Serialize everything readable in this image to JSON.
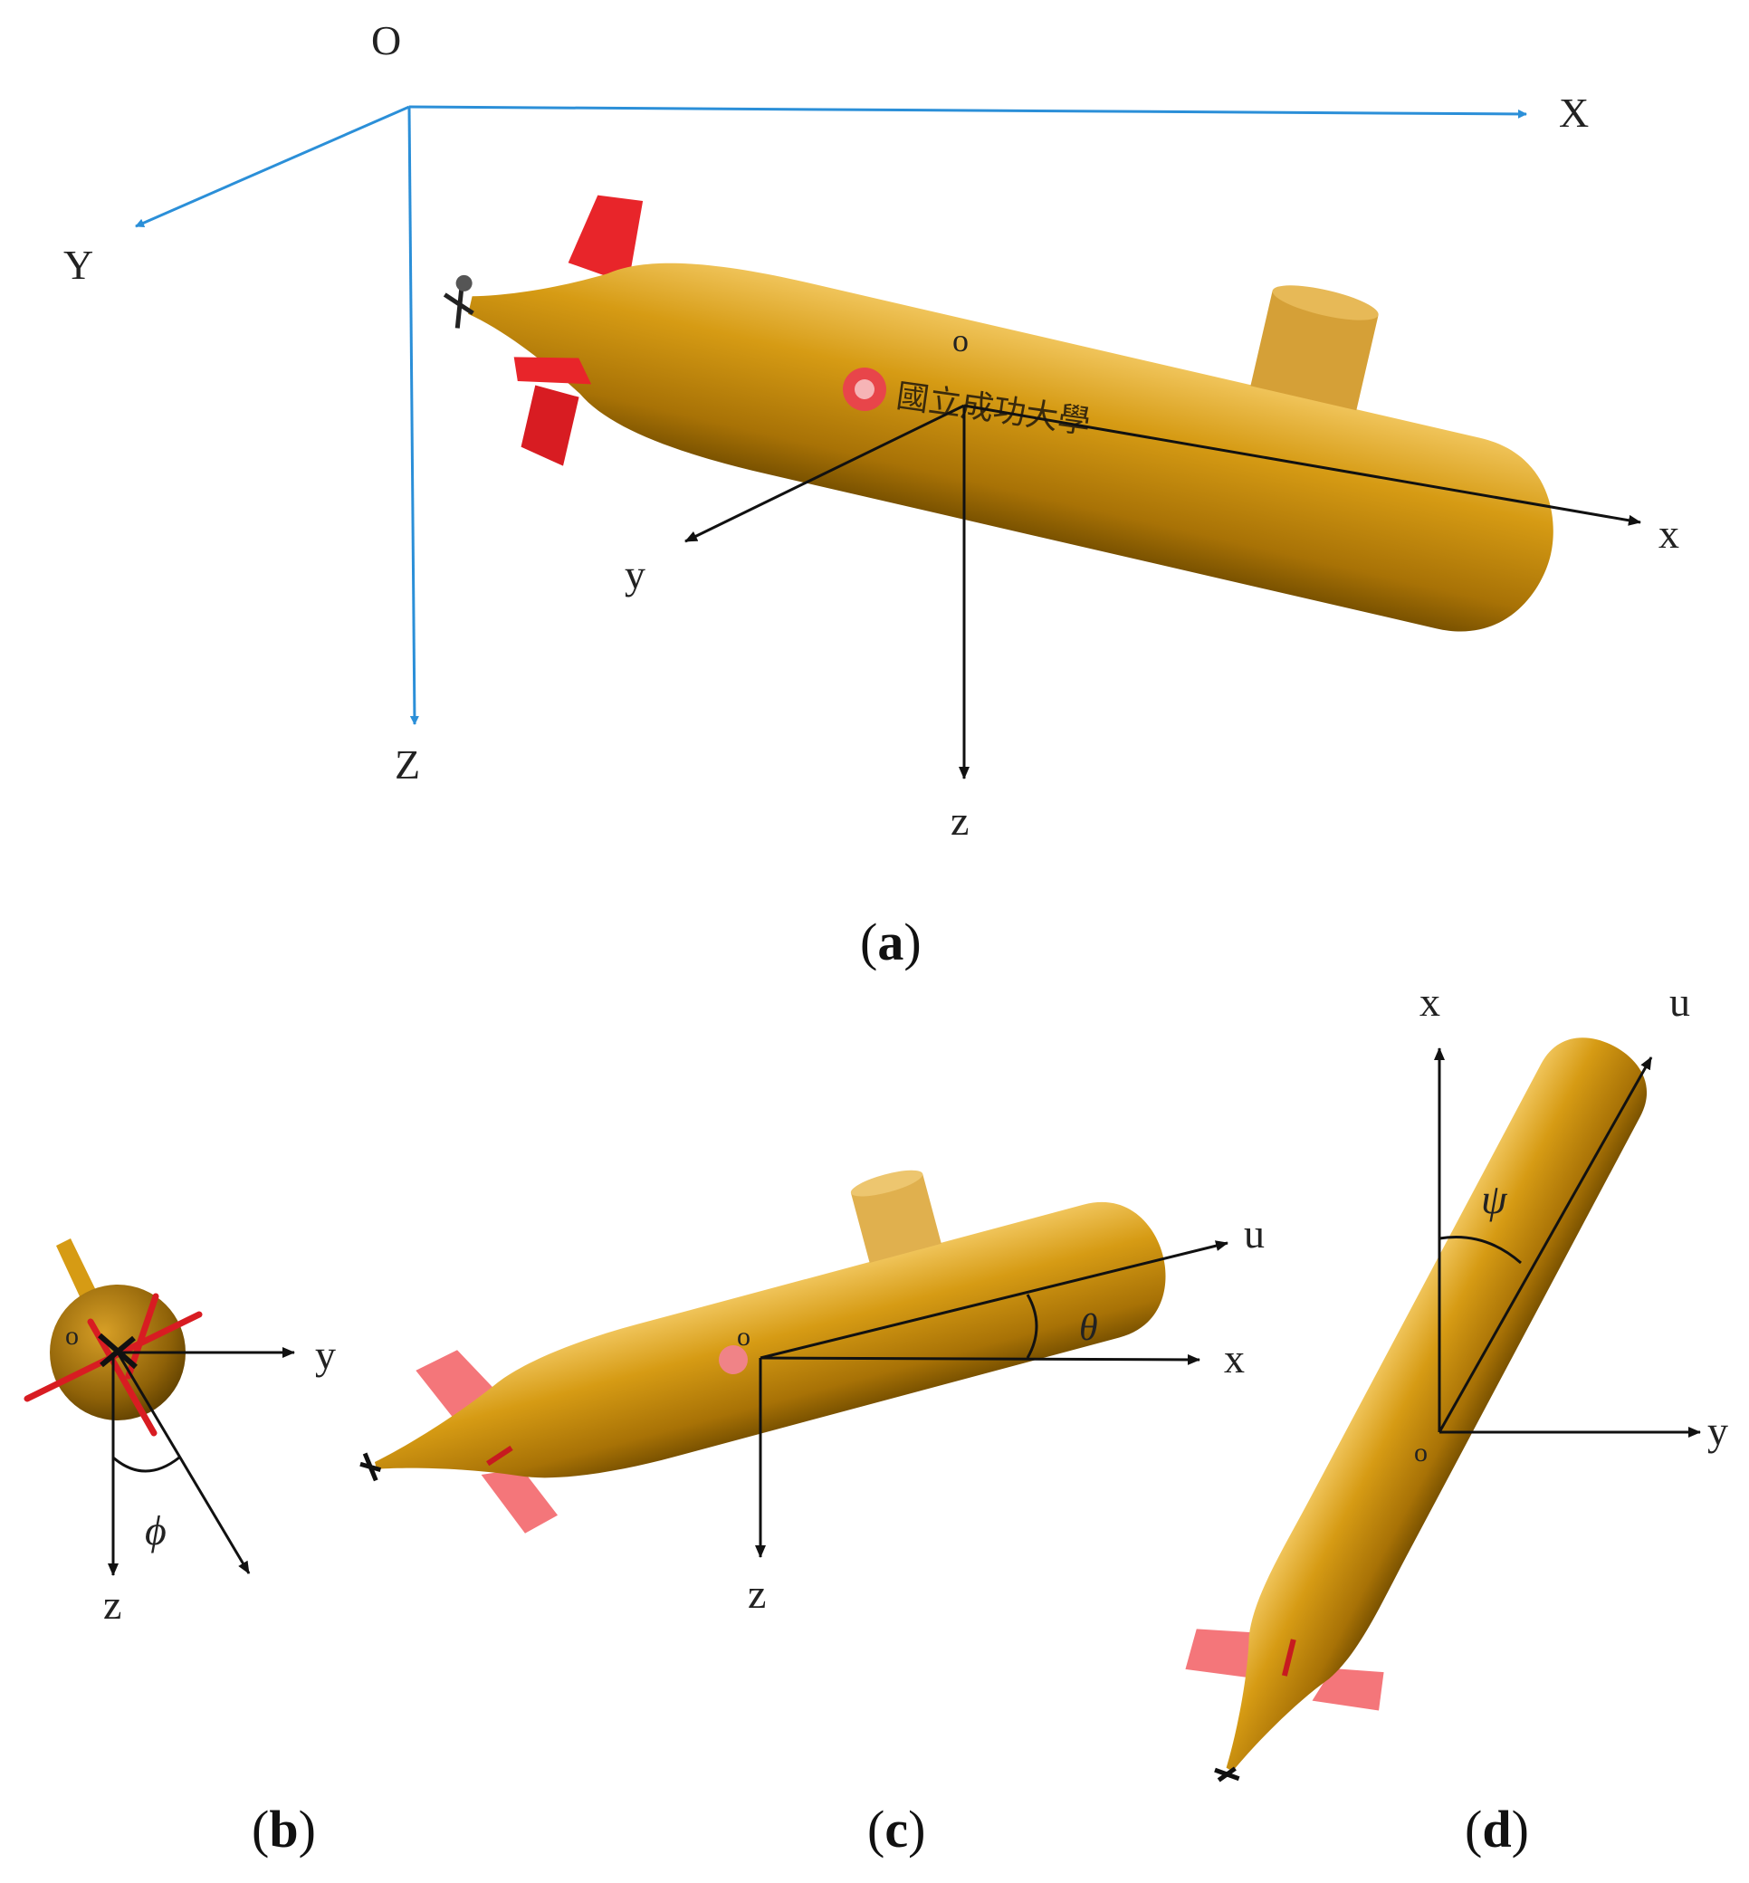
{
  "colors": {
    "hull": "#c8900a",
    "hull_light": "#e8b94a",
    "hull_dark": "#8a5e02",
    "fin": "#e8252a",
    "fin_light": "#f4767a",
    "inertial_axis": "#2b8fd8",
    "body_axis": "#111111"
  },
  "panel_a": {
    "origin_label": "O",
    "inertial_axes": {
      "x": "X",
      "y": "Y",
      "z": "Z"
    },
    "body_origin": "o",
    "body_axes": {
      "x": "x",
      "y": "y",
      "z": "z"
    },
    "seal_text": "國立成功大學",
    "caption": {
      "open": "(",
      "letter": "a",
      "close": ")"
    }
  },
  "panel_b": {
    "origin": "o",
    "axes": {
      "y": "y",
      "z": "z"
    },
    "angle": "ϕ",
    "caption": {
      "open": "(",
      "letter": "b",
      "close": ")"
    }
  },
  "panel_c": {
    "origin": "o",
    "axes": {
      "u": "u",
      "x": "x",
      "z": "z"
    },
    "angle": "θ",
    "caption": {
      "open": "(",
      "letter": "c",
      "close": ")"
    }
  },
  "panel_d": {
    "origin": "o",
    "axes": {
      "x": "x",
      "u": "u",
      "y": "y"
    },
    "angle": "ψ",
    "caption": {
      "open": "(",
      "letter": "d",
      "close": ")"
    }
  }
}
